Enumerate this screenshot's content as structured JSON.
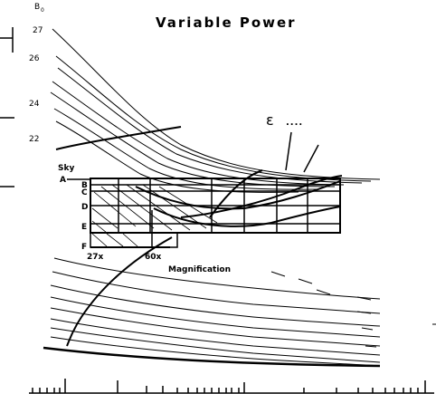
{
  "figure": {
    "title": "Variable Power",
    "epsilon_label": "ε",
    "epsilon_suffix": "....",
    "axis_symbol": "B",
    "axis_symbol_sub": "0",
    "curve_labels": [
      "27",
      "26",
      "24",
      "22"
    ],
    "sky_label": "Sky",
    "row_labels": [
      "A",
      "B",
      "C",
      "D",
      "E",
      "F"
    ],
    "magnification_min": "27x",
    "magnification_max": "60x",
    "magnification_label": "Magnification"
  }
}
